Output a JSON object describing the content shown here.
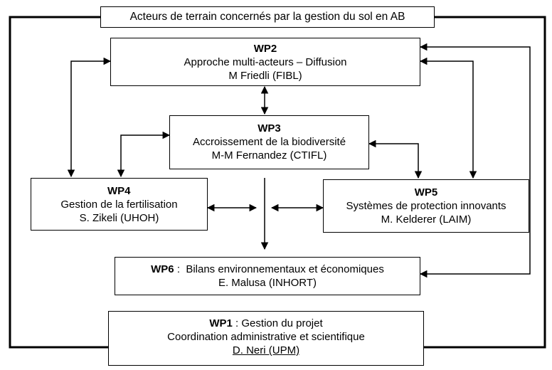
{
  "header": {
    "text": "Acteurs de terrain concernés par la gestion du sol en AB"
  },
  "wp2": {
    "title": "WP2",
    "line1": "Approche multi-acteurs – Diffusion",
    "line2": "M Friedli  (FIBL)"
  },
  "wp3": {
    "title": "WP3",
    "line1": "Accroissement de la biodiversité",
    "line2": "M-M Fernandez (CTIFL)"
  },
  "wp4": {
    "title": "WP4",
    "line1": "Gestion de la fertilisation",
    "line2": "S. Zikeli  (UHOH)"
  },
  "wp5": {
    "title": "WP5",
    "line1": "Systèmes de protection innovants",
    "line2": "M. Kelderer (LAIM)"
  },
  "wp6": {
    "title": "WP6",
    "sep": " :  ",
    "line1": "Bilans environnementaux et économiques",
    "line2": "E. Malusa (INHORT)"
  },
  "wp1": {
    "title": "WP1",
    "sep": " : ",
    "line1": "Gestion du projet",
    "line2": "Coordination administrative et scientifique",
    "line3": "D. Neri (UPM)"
  },
  "colors": {
    "line": "#000000",
    "background": "#ffffff"
  }
}
